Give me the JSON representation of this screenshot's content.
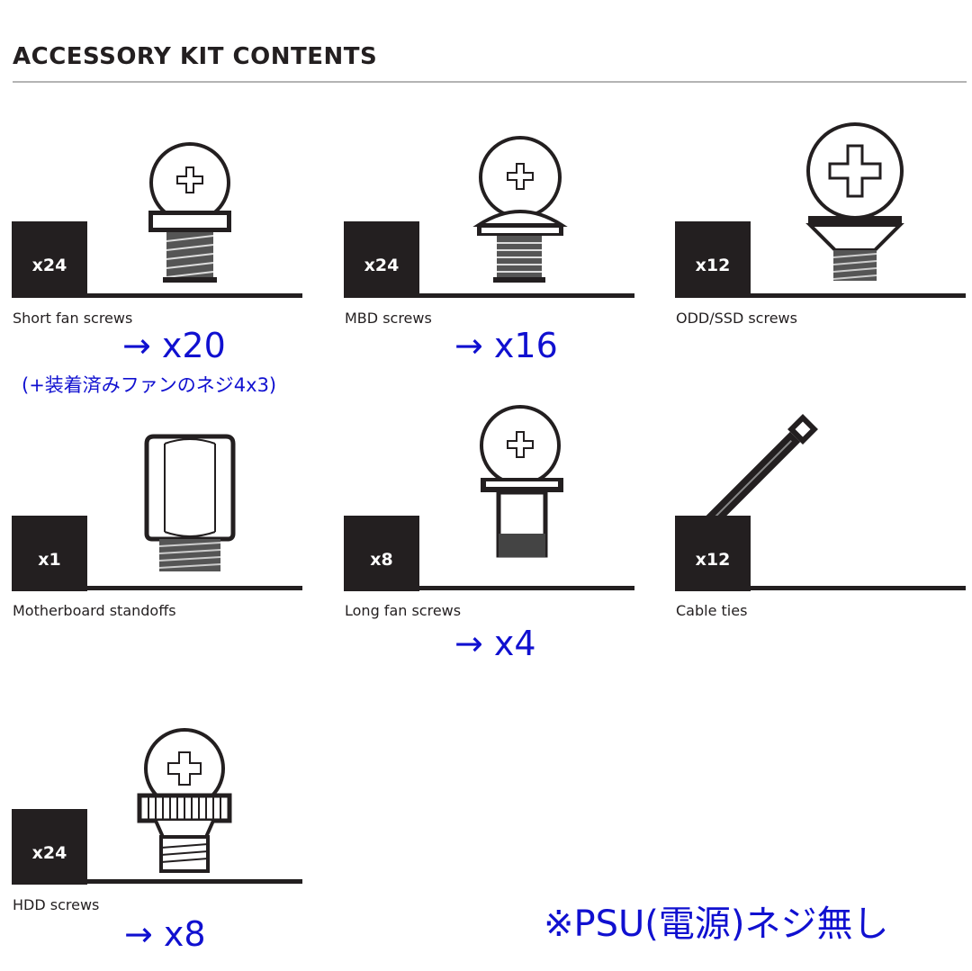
{
  "header": {
    "title": "ACCESSORY KIT CONTENTS"
  },
  "items": [
    {
      "name": "Short fan screws",
      "count": "x24",
      "note": "→ x20",
      "subnote": "(+装着済みファンのネジ4x3)",
      "icon": "short-fan-screw-icon"
    },
    {
      "name": "MBD screws",
      "count": "x24",
      "note": "→ x16",
      "icon": "mbd-screw-icon"
    },
    {
      "name": "ODD/SSD screws",
      "count": "x12",
      "icon": "odd-ssd-screw-icon"
    },
    {
      "name": "Motherboard standoffs",
      "count": "x1",
      "icon": "motherboard-standoff-icon"
    },
    {
      "name": "Long fan screws",
      "count": "x8",
      "note": "→ x4",
      "icon": "long-fan-screw-icon"
    },
    {
      "name": "Cable ties",
      "count": "x12",
      "icon": "cable-tie-icon"
    },
    {
      "name": "HDD screws",
      "count": "x24",
      "note": "→ x8",
      "icon": "hdd-screw-icon"
    }
  ],
  "footer_note": "※PSU(電源)ネジ無し",
  "colors": {
    "ink": "#231f20",
    "annotation": "#1010d0",
    "rule": "#b4b4b4"
  }
}
